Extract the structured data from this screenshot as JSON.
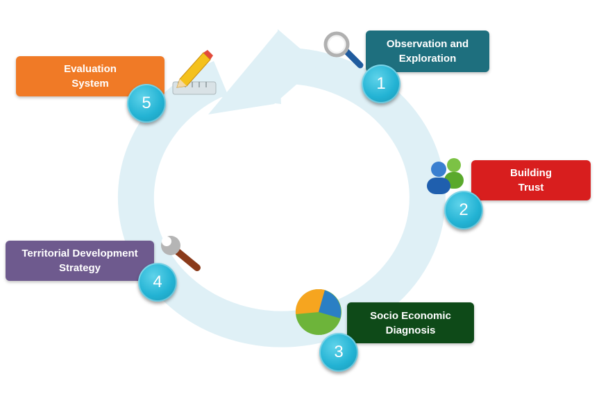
{
  "colors": {
    "cycle_arrow": "#dff0f6",
    "number_circle": "#23b3d4",
    "stage1": "#1e6f7e",
    "stage2": "#d81e1e",
    "stage3": "#0e4a18",
    "stage4": "#6e5a8e",
    "stage5": "#f07a26"
  },
  "stages": [
    {
      "number": "1",
      "label": "Observation and\nExploration",
      "icon": "magnifier-icon"
    },
    {
      "number": "2",
      "label": "Building\nTrust",
      "icon": "people-icon"
    },
    {
      "number": "3",
      "label": "Socio Economic\nDiagnosis",
      "icon": "pie-chart-icon"
    },
    {
      "number": "4",
      "label": "Territorial Development\nStrategy",
      "icon": "wrench-icon"
    },
    {
      "number": "5",
      "label": "Evaluation\nSystem",
      "icon": "pencil-ruler-icon"
    }
  ]
}
